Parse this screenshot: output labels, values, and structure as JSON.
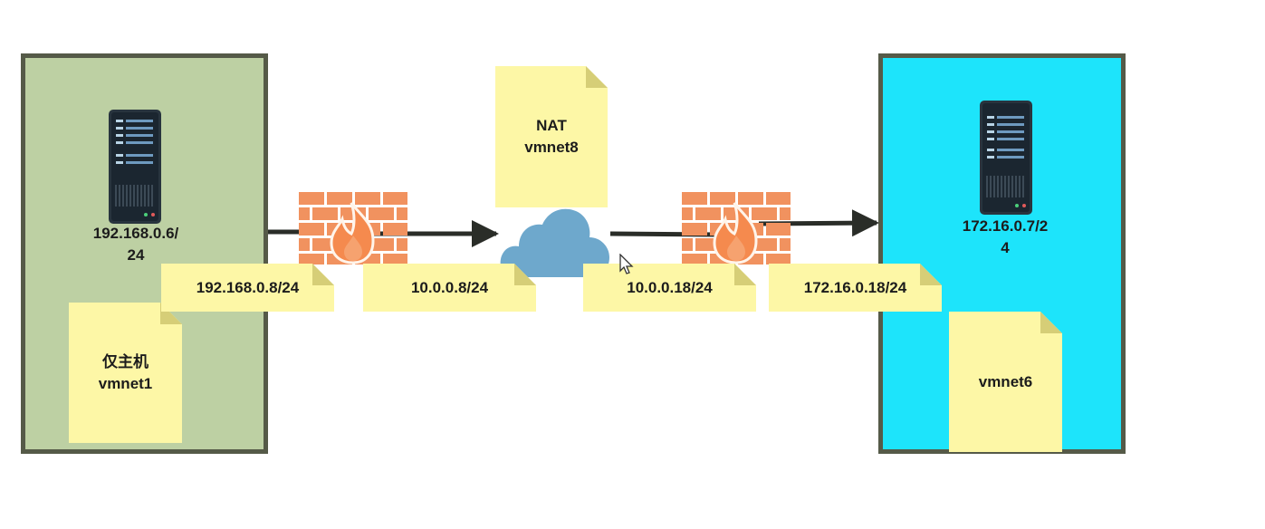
{
  "left_zone": {
    "host_ip": "192.168.0.6/\n24",
    "network_note_line1": "仅主机",
    "network_note_line2": "vmnet1"
  },
  "right_zone": {
    "host_ip": "172.16.0.7/2\n4",
    "network_note": "vmnet6"
  },
  "nat_note": {
    "line1": "NAT",
    "line2": "vmnet8"
  },
  "interface_labels": [
    "192.168.0.8/24",
    "10.0.0.8/24",
    "10.0.0.18/24",
    "172.16.0.18/24"
  ],
  "colors": {
    "left_zone_fill": "#bdd0a3",
    "right_zone_fill": "#1de4fb",
    "note_fill": "#fdf7a6",
    "note_fold": "#d6ce77",
    "firewall_brick": "#f1925f",
    "flame": "#f58a4e",
    "cloud": "#6ea8cc",
    "arrow": "#2a2d28"
  }
}
